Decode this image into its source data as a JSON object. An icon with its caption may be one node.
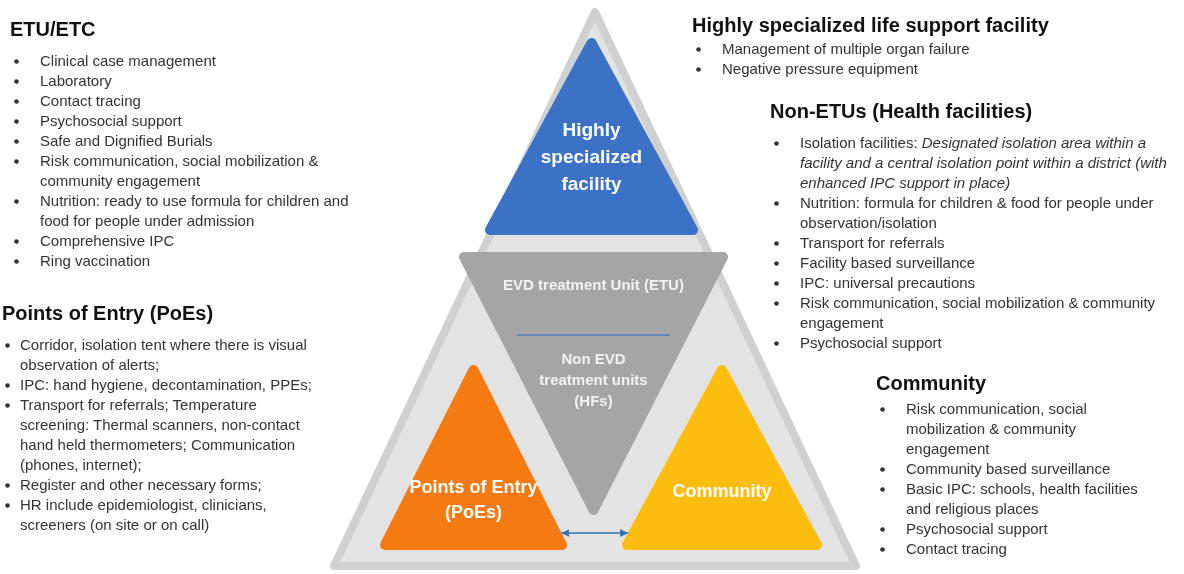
{
  "diagram": {
    "nodes": [
      {
        "text": [
          "Highly specialized facility"
        ]
      },
      {
        "text": [
          "EVD treatment Unit (ETU)",
          "Non EVD treatment units (HFs)"
        ]
      },
      {
        "text": [
          "Points of Entry (PoEs)"
        ]
      },
      {
        "text": [
          "Community"
        ]
      }
    ],
    "edges": [
      {
        "from": 2,
        "to": 3,
        "arrow": "both",
        "color": "#2e75b6"
      }
    ],
    "labels": [
      "ETU/ETC",
      "Clinical case management",
      "Laboratory",
      "Contact tracing",
      "Psychosocial support",
      "Safe and Dignified Burials",
      "Risk communication, social mobilization & community engagement",
      "Nutrition: ready to use formula for children and food for people under admission",
      "Comprehensive IPC",
      "Ring vaccination",
      "Points of Entry (PoEs)",
      "Corridor, isolation tent where there is visual observation of alerts;",
      "IPC: hand hygiene, decontamination, PPEs;",
      "Transport for referrals; Temperature screening: Thermal scanners, non-contact hand held thermometers; Communication (phones, internet);",
      "Register and other necessary forms;",
      "HR include epidemiologist, clinicians, screeners (on site or on call)",
      "Highly specialized life support facility",
      "Management of multiple organ failure",
      "Negative pressure equipment",
      "Non-ETUs (Health facilities)",
      "Isolation facilities: *Designated isolation area within a facility and a central isolation point within a district (with enhanced IPC support in place)*",
      "Nutrition: formula for children & food for people under observation/isolation",
      "Transport for referrals",
      "Facility based surveillance",
      "IPC: universal precautions",
      "Risk communication, social mobilization & community engagement",
      "Psychosocial support",
      "Community",
      "Risk communication, social mobilization & community engagement",
      "Community based surveillance",
      "Basic IPC: schools, health facilities and religious places",
      "Psychosocial support",
      "Contact tracing"
    ]
  }
}
